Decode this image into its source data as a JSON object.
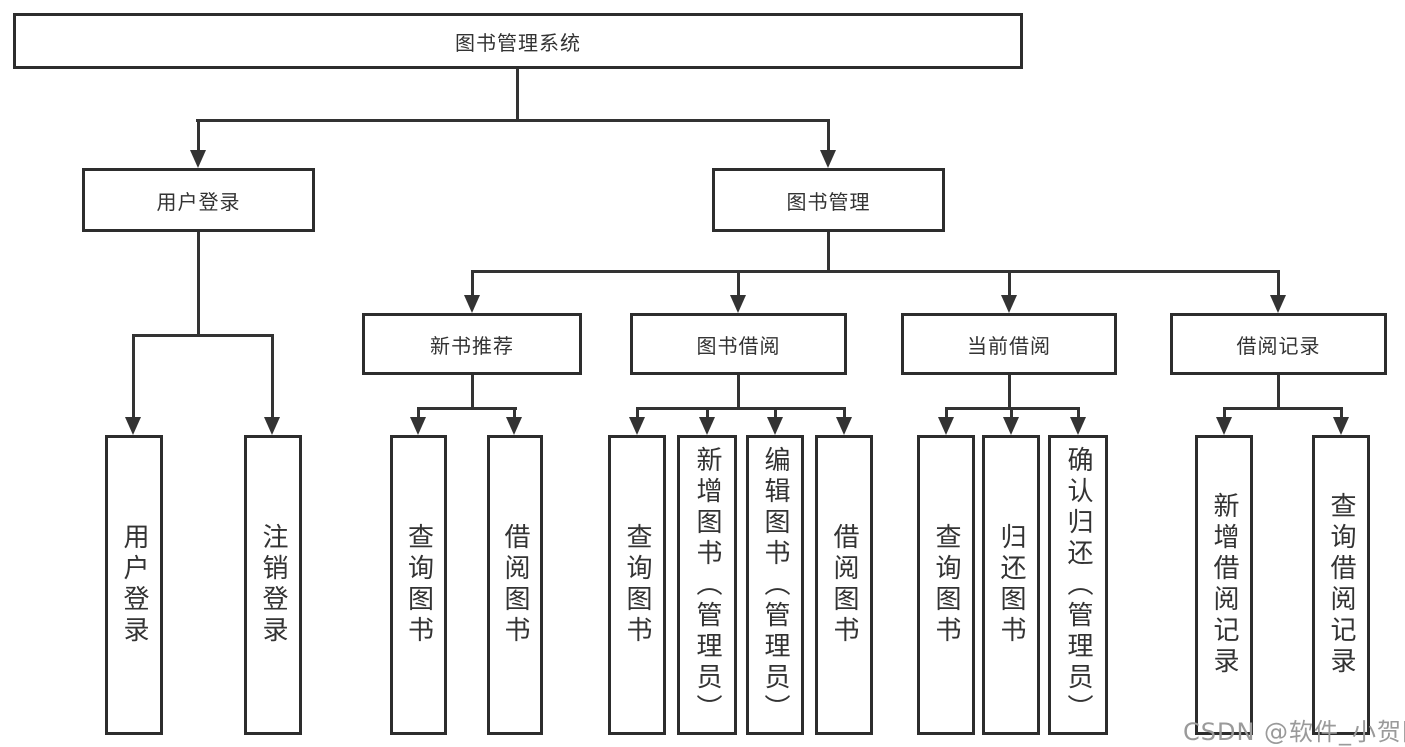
{
  "diagram": {
    "title": "图书管理系统",
    "type": "hierarchy-tree",
    "colors": {
      "background": "#ffffff",
      "line": "#333333",
      "box_border": "#2d2d2d",
      "text": "#333333",
      "watermark": "#9a9a9a"
    },
    "nodes": {
      "root": "图书管理系统",
      "user_login": "用户登录",
      "book_mgmt": "图书管理",
      "new_book_rec": "新书推荐",
      "book_borrow": "图书借阅",
      "current_borrow": "当前借阅",
      "borrow_records": "借阅记录",
      "ul_user_login": "用户登录",
      "ul_logout": "注销登录",
      "nbr_query_book": "查询图书",
      "nbr_borrow_book": "借阅图书",
      "bb_query_book": "查询图书",
      "bb_add_book": "新增图书（管理员）",
      "bb_edit_book": "编辑图书（管理员）",
      "bb_borrow_book": "借阅图书",
      "cb_query_book": "查询图书",
      "cb_return_book": "归还图书",
      "cb_confirm_return": "确认归还（管理员）",
      "br_add_record": "新增借阅记录",
      "br_query_record": "查询借阅记录"
    },
    "edges": [
      {
        "from": "root",
        "to": [
          "user_login",
          "book_mgmt"
        ]
      },
      {
        "from": "user_login",
        "to": [
          "ul_user_login",
          "ul_logout"
        ]
      },
      {
        "from": "book_mgmt",
        "to": [
          "new_book_rec",
          "book_borrow",
          "current_borrow",
          "borrow_records"
        ]
      },
      {
        "from": "new_book_rec",
        "to": [
          "nbr_query_book",
          "nbr_borrow_book"
        ]
      },
      {
        "from": "book_borrow",
        "to": [
          "bb_query_book",
          "bb_add_book",
          "bb_edit_book",
          "bb_borrow_book"
        ]
      },
      {
        "from": "current_borrow",
        "to": [
          "cb_query_book",
          "cb_return_book",
          "cb_confirm_return"
        ]
      },
      {
        "from": "borrow_records",
        "to": [
          "br_add_record",
          "br_query_record"
        ]
      }
    ],
    "watermark": "CSDN @软件_小贺同学"
  }
}
